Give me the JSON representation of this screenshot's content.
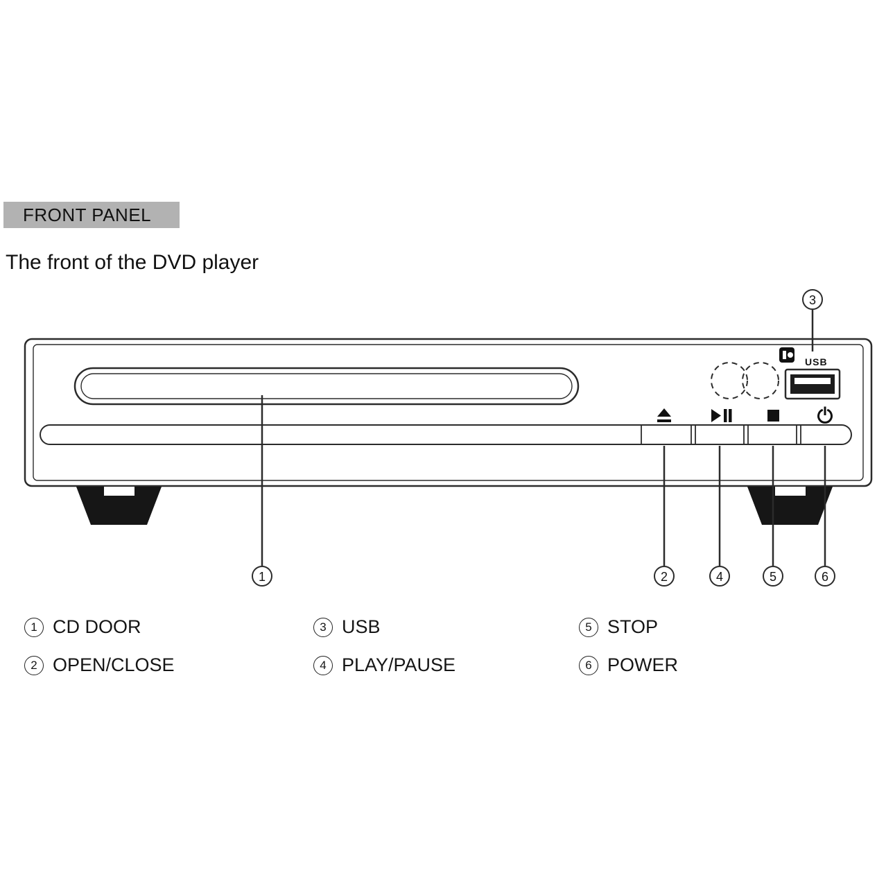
{
  "header": {
    "section_title": "FRONT PANEL"
  },
  "subtitle": "The front of the DVD player",
  "device": {
    "usb_label": "USB",
    "button_icons": [
      {
        "name": "eject-icon",
        "glyph": "⏏"
      },
      {
        "name": "play-pause-icon",
        "glyph": "⏯"
      },
      {
        "name": "stop-icon",
        "glyph": "■"
      },
      {
        "name": "power-icon",
        "glyph": "⏻"
      }
    ],
    "ir_sensor": "remote-sensor-icon"
  },
  "callouts": {
    "n1": "1",
    "n2": "2",
    "n3": "3",
    "n4": "4",
    "n5": "5",
    "n6": "6"
  },
  "legend": {
    "items": [
      {
        "num": "1",
        "label": "CD DOOR"
      },
      {
        "num": "2",
        "label": "OPEN/CLOSE"
      },
      {
        "num": "3",
        "label": "USB"
      },
      {
        "num": "4",
        "label": "PLAY/PAUSE"
      },
      {
        "num": "5",
        "label": "STOP"
      },
      {
        "num": "6",
        "label": "POWER"
      }
    ]
  },
  "colors": {
    "line": "#2b2b2b",
    "header_bg": "#b2b2b2",
    "ink": "#141414"
  }
}
